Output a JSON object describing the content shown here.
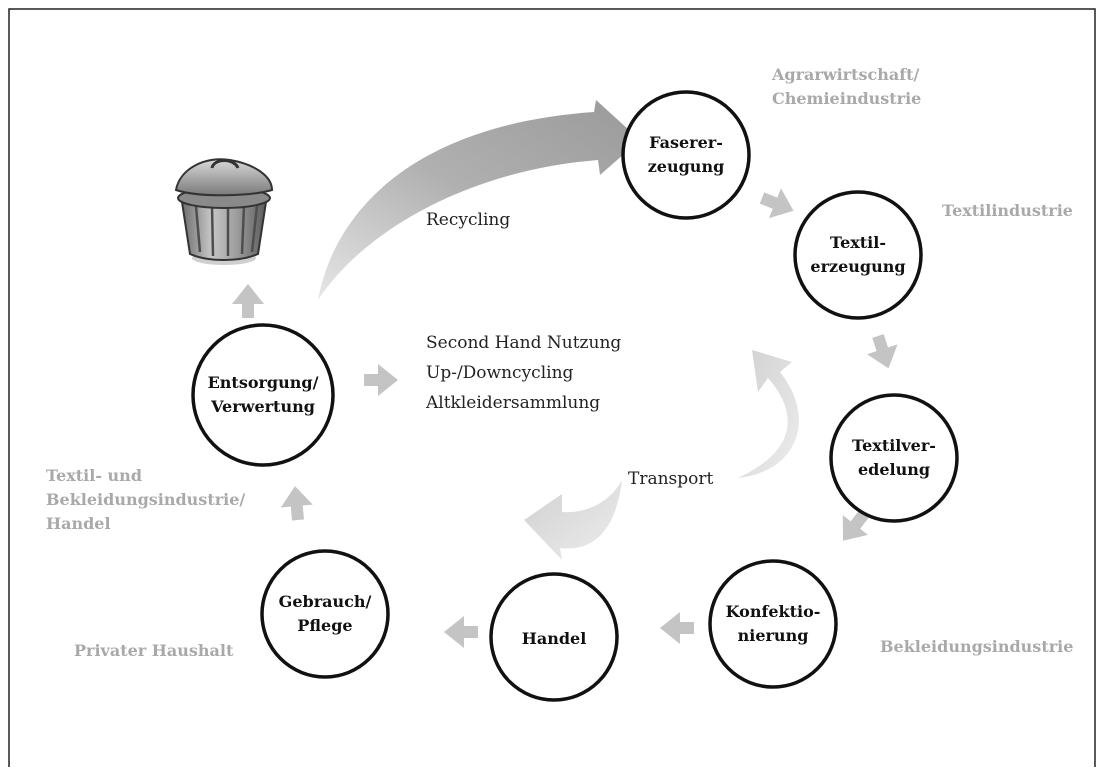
{
  "nodes": {
    "fasererzeugung": [
      "Faserer-",
      "zeugung"
    ],
    "textilerzeugung": [
      "Textil-",
      "erzeugung"
    ],
    "textilveredelung": [
      "Textilver-",
      "edelung"
    ],
    "konfektionierung": [
      "Konfektio-",
      "nierung"
    ],
    "handel": [
      "Handel"
    ],
    "gebrauch": [
      "Gebrauch/",
      "Pflege"
    ],
    "entsorgung": [
      "Entsorgung/",
      "Verwertung"
    ]
  },
  "side_labels": {
    "agrar": [
      "Agrarwirtschaft/",
      "Chemieindustrie"
    ],
    "textilindustrie": [
      "Textilindustrie"
    ],
    "bekleidungsindustrie": [
      "Bekleidungsindustrie"
    ],
    "privater_haushalt": [
      "Privater Haushalt"
    ],
    "textil_bekleidung_handel": [
      "Textil- und",
      "Bekleidungsindustrie/",
      "Handel"
    ]
  },
  "center": {
    "recycling": "Recycling",
    "reuse_options": [
      "Second Hand Nutzung",
      "Up-/Downcycling",
      "Altkleidersammlung"
    ],
    "transport": "Transport"
  },
  "colors": {
    "node_stroke": "#111111",
    "arrow_fill": "#c4c4c4",
    "side_text": "#a9a9a9",
    "frame": "#222222"
  },
  "icons": {
    "trash": "trash-can-icon"
  }
}
